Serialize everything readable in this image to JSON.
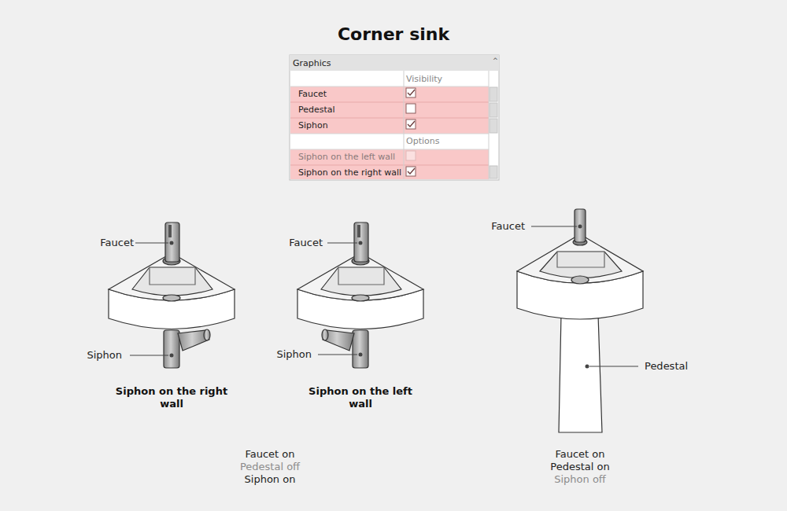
{
  "diagram": {
    "title": "Corner sink",
    "labels": [
      "Graphics",
      "Visibility",
      "Faucet",
      "Pedestal",
      "Siphon",
      "Options",
      "Siphon on the left wall",
      "Siphon on the right wall",
      "Faucet",
      "Siphon",
      "Siphon on the right wall",
      "Faucet",
      "Siphon",
      "Siphon on the left wall",
      "Faucet on",
      "Pedestal off",
      "Siphon on",
      "Faucet",
      "Pedestal",
      "Faucet on",
      "Pedestal on",
      "Siphon off"
    ]
  }
}
